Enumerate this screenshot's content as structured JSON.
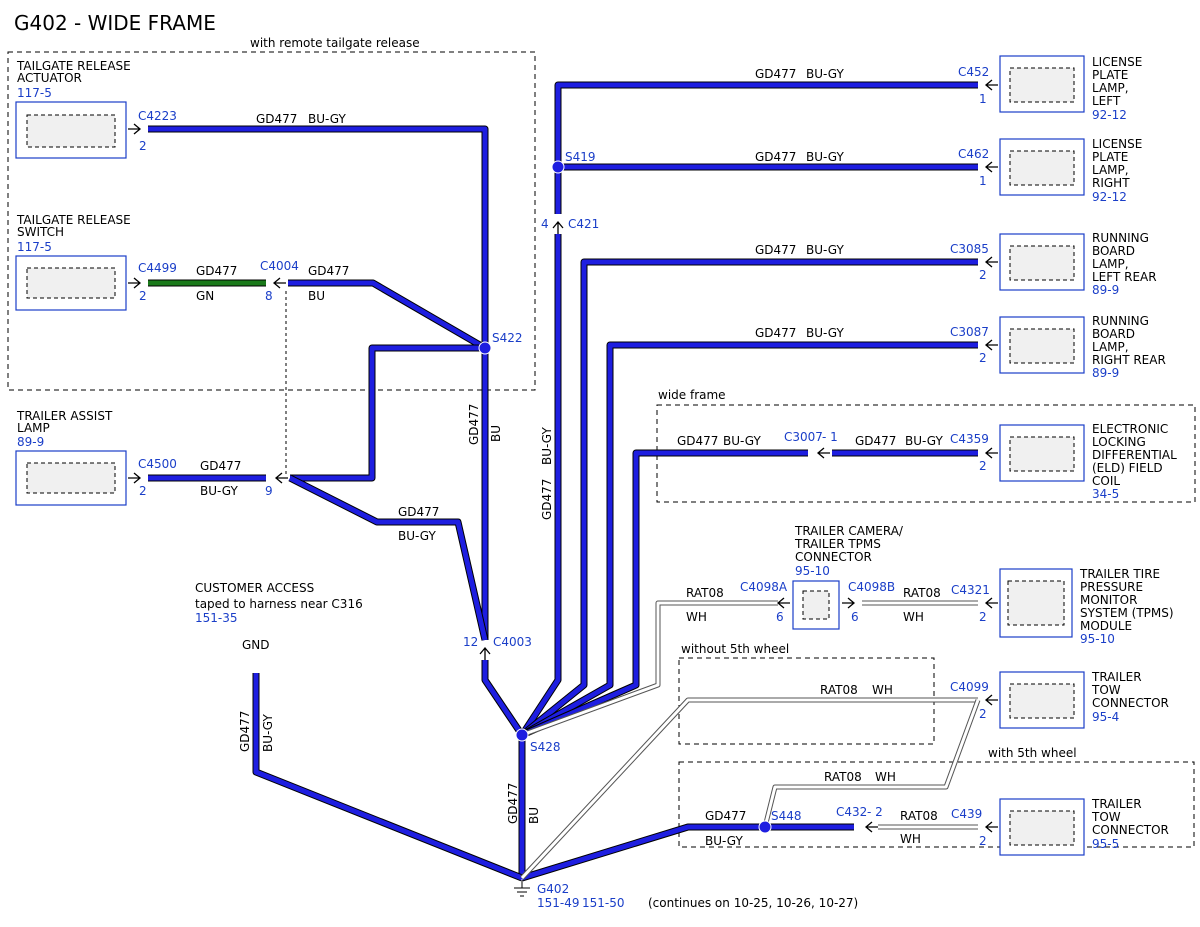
{
  "title": "G402 - WIDE FRAME",
  "regions": {
    "remote_tailgate": "with remote tailgate release",
    "wide_frame": "wide frame",
    "without_5th": "without 5th wheel",
    "with_5th": "with 5th wheel"
  },
  "components": {
    "tailgate_actuator": {
      "name1": "TAILGATE RELEASE",
      "name2": "ACTUATOR",
      "ref": "117-5"
    },
    "tailgate_switch": {
      "name1": "TAILGATE RELEASE",
      "name2": "SWITCH",
      "ref": "117-5"
    },
    "trailer_assist": {
      "name1": "TRAILER ASSIST",
      "name2": "LAMP",
      "ref": "89-9"
    },
    "license_left": {
      "l1": "LICENSE",
      "l2": "PLATE",
      "l3": "LAMP,",
      "l4": "LEFT",
      "ref": "92-12"
    },
    "license_right": {
      "l1": "LICENSE",
      "l2": "PLATE",
      "l3": "LAMP,",
      "l4": "RIGHT",
      "ref": "92-12"
    },
    "running_left": {
      "l1": "RUNNING",
      "l2": "BOARD",
      "l3": "LAMP,",
      "l4": "LEFT REAR",
      "ref": "89-9"
    },
    "running_right": {
      "l1": "RUNNING",
      "l2": "BOARD",
      "l3": "LAMP,",
      "l4": "RIGHT REAR",
      "ref": "89-9"
    },
    "eld": {
      "l1": "ELECTRONIC",
      "l2": "LOCKING",
      "l3": "DIFFERENTIAL",
      "l4": "(ELD) FIELD",
      "l5": "COIL",
      "ref": "34-5"
    },
    "tpms": {
      "l1": "TRAILER TIRE",
      "l2": "PRESSURE",
      "l3": "MONITOR",
      "l4": "SYSTEM (TPMS)",
      "l5": "MODULE",
      "ref": "95-10"
    },
    "tow4": {
      "l1": "TRAILER",
      "l2": "TOW",
      "l3": "CONNECTOR",
      "ref": "95-4"
    },
    "tow5": {
      "l1": "TRAILER",
      "l2": "TOW",
      "l3": "CONNECTOR",
      "ref": "95-5"
    },
    "camera": {
      "l1": "TRAILER CAMERA/",
      "l2": "TRAILER TPMS",
      "l3": "CONNECTOR",
      "ref": "95-10"
    }
  },
  "connectors": {
    "c4223": "C4223",
    "c4499": "C4499",
    "c4004": "C4004",
    "c4500": "C4500",
    "c452": "C452",
    "c462": "C462",
    "c421": "C421",
    "c3085": "C3085",
    "c3087": "C3087",
    "c3007": "C3007",
    "c4359": "C4359",
    "c4098a": "C4098A",
    "c4098b": "C4098B",
    "c4321": "C4321",
    "c4099": "C4099",
    "c432": "C432",
    "c439": "C439",
    "c4003": "C4003"
  },
  "pins": {
    "p2": "2",
    "p8": "8",
    "p9": "9",
    "p1": "1",
    "p4": "4",
    "p6": "6",
    "p12": "12",
    "p_dash1": "- 1",
    "p_dash2": "- 2"
  },
  "splices": {
    "s419": "S419",
    "s422": "S422",
    "s428": "S428",
    "s448": "S448"
  },
  "wires": {
    "gd477": "GD477",
    "bu_gy": "BU-GY",
    "bu": "BU",
    "gn": "GN",
    "rat08": "RAT08",
    "wh": "WH"
  },
  "customer_access": {
    "line1": "CUSTOMER ACCESS",
    "line2": "taped to harness near C316",
    "ref": "151-35",
    "gnd": "GND"
  },
  "ground": {
    "name": "G402",
    "ref1": "151-49",
    "ref2": "151-50"
  },
  "footer_note": "(continues on 10-25, 10-26, 10-27)",
  "colors": {
    "wire_bu": "#1e1ee0",
    "wire_gn": "#1a7a1a",
    "label_blue": "#1a3ec8"
  }
}
